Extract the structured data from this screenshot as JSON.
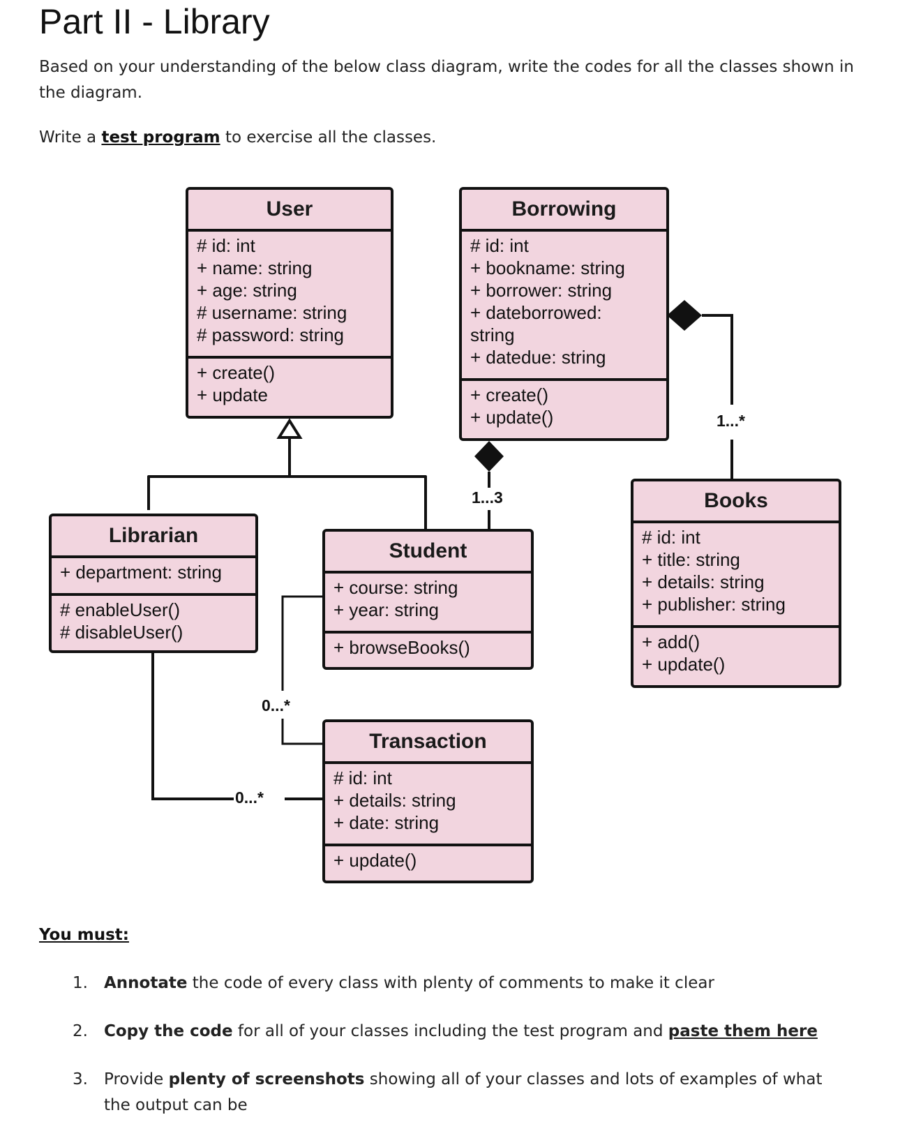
{
  "document": {
    "title": "Part II - Library",
    "intro": "Based on your understanding of the below class diagram, write the codes for all the classes shown in the diagram.",
    "test_prefix": "Write a ",
    "test_link": "test program",
    "test_suffix": " to exercise all the classes.",
    "must_heading": "You must:",
    "tasks": [
      {
        "num": "1.",
        "bold": "Annotate",
        "rest": " the code of every class with plenty of comments to make it clear"
      },
      {
        "num": "2.",
        "bold": "Copy the code",
        "rest": " for all of your classes including the test program and ",
        "link": "paste them here"
      },
      {
        "num": "3.",
        "pre": "Provide ",
        "bold": "plenty of screenshots",
        "rest": " showing all of your classes and lots of examples of what the output can be"
      }
    ]
  },
  "diagram": {
    "classes": {
      "user": {
        "name": "User",
        "attributes": [
          "# id: int",
          "+ name: string",
          "+ age: string",
          "# username: string",
          "# password: string"
        ],
        "methods": [
          "+ create()",
          "+ update"
        ]
      },
      "borrowing": {
        "name": "Borrowing",
        "attributes": [
          "# id: int",
          "+ bookname: string",
          "+ borrower: string",
          "+ dateborrowed:",
          "string",
          "+ datedue: string"
        ],
        "methods": [
          "+ create()",
          "+ update()"
        ]
      },
      "librarian": {
        "name": "Librarian",
        "attributes": [
          "+ department: string"
        ],
        "methods": [
          "# enableUser()",
          "# disableUser()"
        ]
      },
      "student": {
        "name": "Student",
        "attributes": [
          "+ course: string",
          "+ year: string"
        ],
        "methods": [
          "+ browseBooks()"
        ]
      },
      "books": {
        "name": "Books",
        "attributes": [
          "# id: int",
          "+ title: string",
          "+ details: string",
          "+ publisher: string"
        ],
        "methods": [
          "+ add()",
          "+ update()"
        ]
      },
      "transaction": {
        "name": "Transaction",
        "attributes": [
          "# id: int",
          "+ details: string",
          "+ date: string"
        ],
        "methods": [
          "+ update()"
        ]
      }
    },
    "multiplicities": {
      "borrowing_books": "1...*",
      "borrowing_student": "1...3",
      "student_transaction": "0...*",
      "librarian_transaction": "0...*"
    }
  }
}
